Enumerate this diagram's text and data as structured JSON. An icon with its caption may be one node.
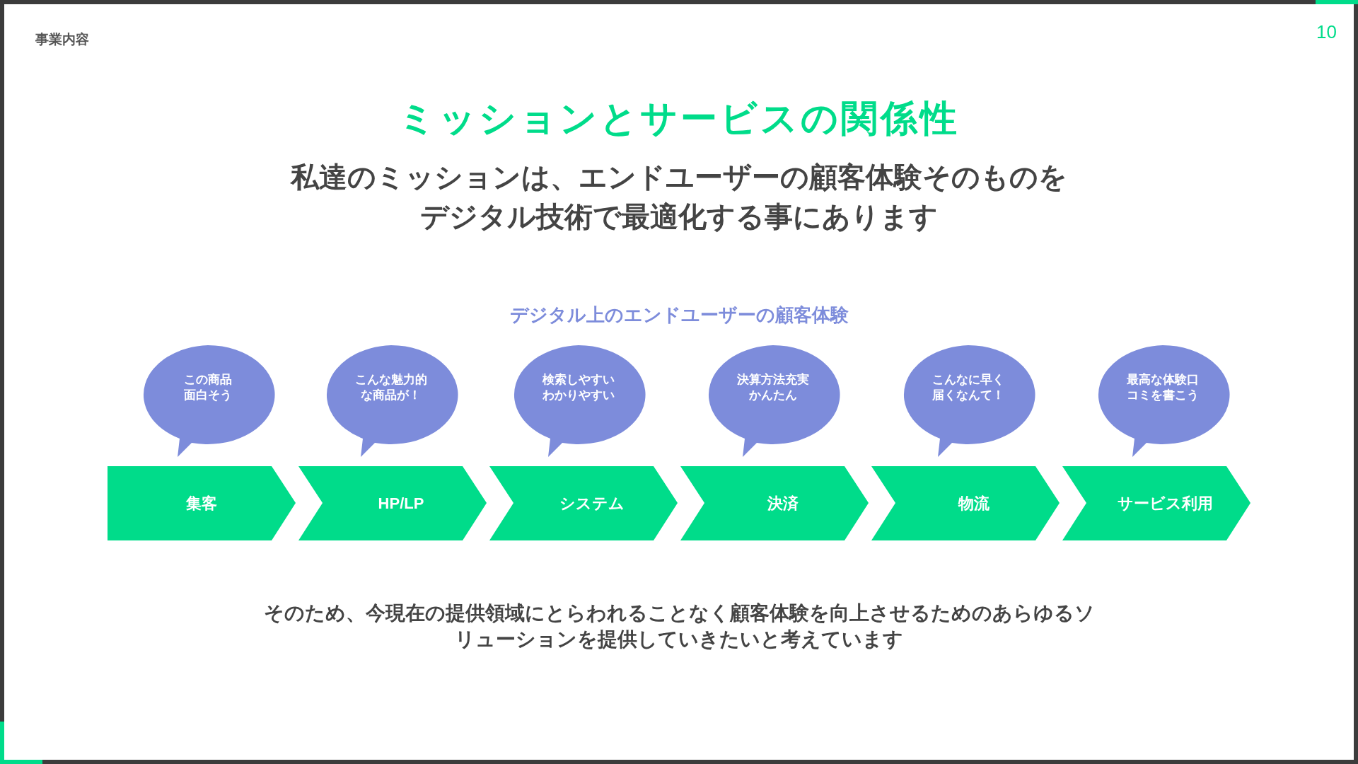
{
  "diagram": {
    "title": "ミッションとサービスの関係性",
    "nodes": [
      {
        "text": [
          "この商品面白そう"
        ]
      },
      {
        "text": [
          "こんな魅力的な商品が！"
        ]
      },
      {
        "text": [
          "検索しやすいわかりやすい"
        ]
      },
      {
        "text": [
          "決算方法充実かんたん"
        ]
      },
      {
        "text": [
          "こんなに早く届くなんて！"
        ]
      },
      {
        "text": [
          "最高な体験口コミを書こう"
        ]
      },
      {
        "text": [
          "集客"
        ]
      },
      {
        "text": [
          "HP/LP"
        ]
      },
      {
        "text": [
          "システム"
        ]
      },
      {
        "text": [
          "決済"
        ]
      },
      {
        "text": [
          "物流"
        ]
      },
      {
        "text": [
          "サービス利用"
        ]
      }
    ],
    "labels": [
      "事業内容",
      "10",
      "私達のミッションは、エンドユーザーの顧客体験そのものをデジタル技術で最適化する事にあります",
      "デジタル上のエンドユーザーの顧客体験",
      "そのため、今現在の提供領域にとらわれることなく顧客体験を向上させるためのあらゆるソリューションを提供していきたいと考えています"
    ]
  }
}
